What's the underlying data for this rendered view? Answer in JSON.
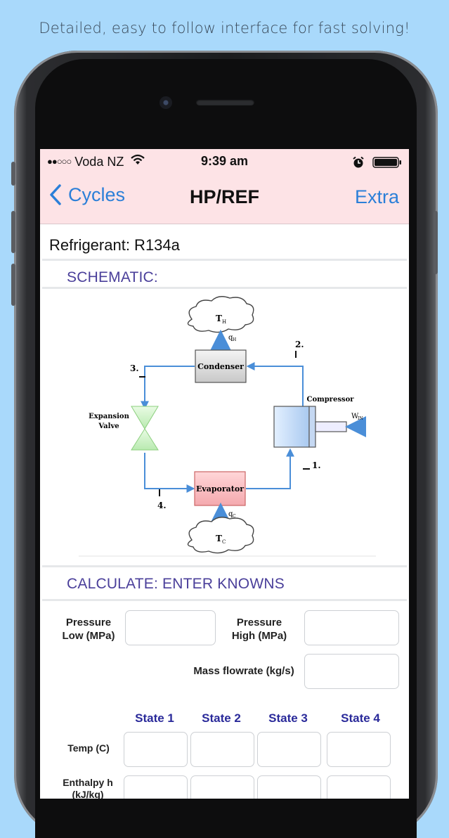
{
  "promo_text": "Detailed, easy to follow interface for fast solving!",
  "status_bar": {
    "carrier": "Voda NZ",
    "time": "9:39 am"
  },
  "nav": {
    "back_label": "Cycles",
    "title": "HP/REF",
    "extra_label": "Extra"
  },
  "refrigerant_text": "Refrigerant: R134a",
  "schematic": {
    "heading": "SCHEMATIC:",
    "th_label": "T",
    "th_sub": "H",
    "qh_label": "q",
    "qh_sub": "H",
    "tc_label": "T",
    "tc_sub": "C",
    "qc_label": "q",
    "qc_sub": "C",
    "condenser": "Condenser",
    "evaporator": "Evaporator",
    "compressor": "Compressor",
    "expansion_valve_line1": "Expansion",
    "expansion_valve_line2": "Valve",
    "win_label": "W",
    "win_sub": "IN",
    "state1": "1.",
    "state2": "2.",
    "state3": "3.",
    "state4": "4."
  },
  "calculate": {
    "heading": "CALCULATE: ENTER KNOWNS",
    "pressure_low_line1": "Pressure",
    "pressure_low_line2": "Low (MPa)",
    "pressure_high_line1": "Pressure",
    "pressure_high_line2": "High (MPa)",
    "mass_flowrate": "Mass flowrate (kg/s)",
    "state_headers": [
      "State 1",
      "State 2",
      "State 3",
      "State 4"
    ],
    "row_temp": "Temp (C)",
    "row_enthalpy_line1": "Enthalpy h",
    "row_enthalpy_line2": "(kJ/kg)"
  },
  "colors": {
    "accent_blue": "#2b7fd8",
    "nav_background": "#fde3e6",
    "section_heading": "#4a3f9a",
    "state_header": "#2a2a9a",
    "page_background": "#a9d9fb"
  }
}
